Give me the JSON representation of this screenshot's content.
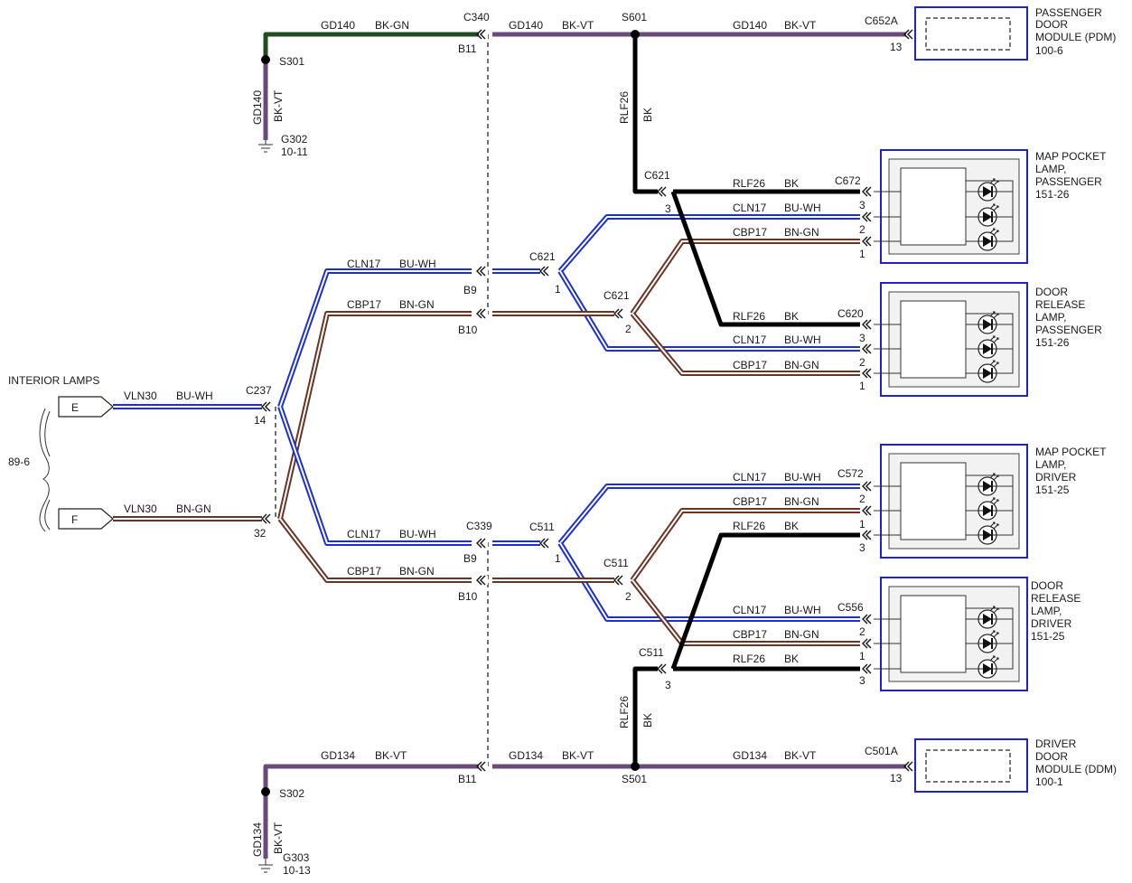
{
  "colors": {
    "BK": "#000000",
    "BU-WH": "#1a2fd6",
    "BN-GN": "#6b3322",
    "BK-VT": "#6a4a7a",
    "BK-GN": "#1f4d1f",
    "component_border": "#2222cc",
    "led_fill": "#111111"
  },
  "splices": {
    "s601": "S601",
    "s501": "S501",
    "s301": "S301",
    "s302": "S302"
  },
  "grounds": {
    "g302": {
      "id": "G302",
      "ref": "10-11"
    },
    "g303": {
      "id": "G303",
      "ref": "10-13"
    }
  },
  "connectors": {
    "c340": "C340",
    "c339": "C339",
    "c237": "C237",
    "c621": "C621",
    "c511": "C511",
    "c652a": "C652A",
    "c672": "C672",
    "c620": "C620",
    "c572": "C572",
    "c556": "C556",
    "c501a": "C501A"
  },
  "pins": {
    "b11": "B11",
    "b9": "B9",
    "b10": "B10",
    "p1": "1",
    "p2": "2",
    "p3": "3",
    "p13": "13",
    "p14": "14",
    "p32": "32"
  },
  "circuits": {
    "gd140": "GD140",
    "gd134": "GD134",
    "rlf26": "RLF26",
    "cln17": "CLN17",
    "cbp17": "CBP17",
    "vln30": "VLN30"
  },
  "wire_colors": {
    "bk_gn": "BK-GN",
    "bk_vt": "BK-VT",
    "bk": "BK",
    "bu_wh": "BU-WH",
    "bn_gn": "BN-GN"
  },
  "interior_lamps": {
    "title": "INTERIOR LAMPS",
    "connector_e": "E",
    "connector_f": "F",
    "ref": "89-6"
  },
  "components": {
    "pdm": {
      "line1": "PASSENGER",
      "line2": "DOOR",
      "line3": "MODULE (PDM)",
      "ref": "100-6"
    },
    "map_pass": {
      "line1": "MAP POCKET",
      "line2": "LAMP,",
      "line3": "PASSENGER",
      "ref": "151-26"
    },
    "door_pass": {
      "line1": "DOOR",
      "line2": "RELEASE",
      "line3": "LAMP,",
      "line4": "PASSENGER",
      "ref": "151-26"
    },
    "map_drv": {
      "line1": "MAP POCKET",
      "line2": "LAMP,",
      "line3": "DRIVER",
      "ref": "151-25"
    },
    "door_drv": {
      "line1": "DOOR",
      "line2": "RELEASE",
      "line3": "LAMP,",
      "line4": "DRIVER",
      "ref": "151-25"
    },
    "ddm": {
      "line1": "DRIVER",
      "line2": "DOOR",
      "line3": "MODULE (DDM)",
      "ref": "100-1"
    }
  }
}
